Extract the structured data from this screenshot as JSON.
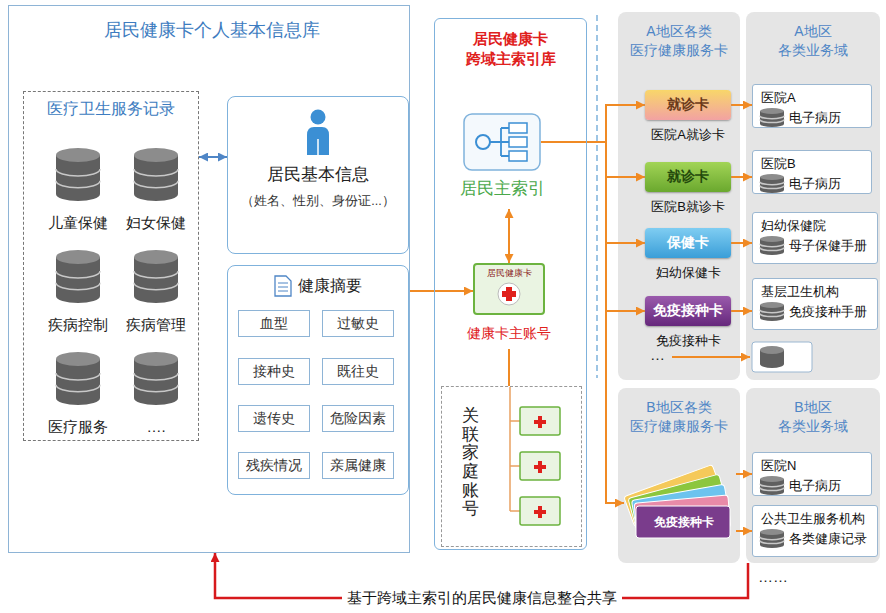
{
  "diagram": {
    "nodes": [
      {
        "text": [
          "居民健康卡个人基本信息库"
        ]
      },
      {
        "text": [
          "医疗卫生服务记录"
        ],
        "in": 0
      },
      {
        "text": [
          "儿童保健"
        ],
        "in": 1
      },
      {
        "text": [
          "妇女保健"
        ],
        "in": 1
      },
      {
        "text": [
          "疾病控制"
        ],
        "in": 1
      },
      {
        "text": [
          "疾病管理"
        ],
        "in": 1
      },
      {
        "text": [
          "医疗服务"
        ],
        "in": 1
      },
      {
        "text": [
          "…."
        ],
        "in": 1
      },
      {
        "text": [
          "居民基本信息",
          "（姓名、性别、身份证...）"
        ],
        "in": 0
      },
      {
        "text": [
          "健康摘要"
        ],
        "in": 0
      },
      {
        "text": [
          "血型"
        ],
        "in": 9
      },
      {
        "text": [
          "过敏史"
        ],
        "in": 9
      },
      {
        "text": [
          "接种史"
        ],
        "in": 9
      },
      {
        "text": [
          "既往史"
        ],
        "in": 9
      },
      {
        "text": [
          "遗传史"
        ],
        "in": 9
      },
      {
        "text": [
          "危险因素"
        ],
        "in": 9
      },
      {
        "text": [
          "残疾情况"
        ],
        "in": 9
      },
      {
        "text": [
          "亲属健康"
        ],
        "in": 9
      },
      {
        "text": [
          "居民健康卡 跨域主索引库"
        ]
      },
      {
        "text": [
          "居民主索引"
        ],
        "in": 18
      },
      {
        "text": [
          "居民健康卡",
          "健康卡主账号"
        ],
        "in": 18
      },
      {
        "text": [
          "关联家庭账号"
        ],
        "in": 18
      },
      {
        "text": [
          "A地区各类 医疗健康服务卡"
        ]
      },
      {
        "text": [
          "就诊卡",
          "医院A就诊卡"
        ],
        "in": 22
      },
      {
        "text": [
          "就诊卡",
          "医院B就诊卡"
        ],
        "in": 22
      },
      {
        "text": [
          "保健卡",
          "妇幼保健卡"
        ],
        "in": 22
      },
      {
        "text": [
          "免疫接种卡",
          "免疫接种卡"
        ],
        "in": 22
      },
      {
        "text": [
          "A地区 各类业务域"
        ]
      },
      {
        "text": [
          "医院A",
          "电子病历"
        ],
        "in": 27
      },
      {
        "text": [
          "医院B",
          "电子病历"
        ],
        "in": 27
      },
      {
        "text": [
          "妇幼保健院",
          "母子保健手册"
        ],
        "in": 27
      },
      {
        "text": [
          "基层卫生机构",
          "免疫接种手册"
        ],
        "in": 27
      },
      {
        "text": [
          "B地区各类 医疗健康服务卡"
        ]
      },
      {
        "text": [
          "免疫接种卡"
        ],
        "in": 32
      },
      {
        "text": [
          "B地区 各类业务域"
        ]
      },
      {
        "text": [
          "医院N",
          "电子病历"
        ],
        "in": 34
      },
      {
        "text": [
          "公共卫生服务机构",
          "各类健康记录"
        ],
        "in": 34
      }
    ],
    "edges": [
      {
        "from": 1,
        "to": 8,
        "arrow": "both"
      },
      {
        "from": 9,
        "to": 20,
        "arrow": "to"
      },
      {
        "from": 19,
        "to": 20,
        "arrow": "both"
      },
      {
        "from": 20,
        "to": 21,
        "arrow": "none"
      },
      {
        "from": 19,
        "to": 23,
        "arrow": "to"
      },
      {
        "from": 19,
        "to": 24,
        "arrow": "to"
      },
      {
        "from": 19,
        "to": 25,
        "arrow": "to"
      },
      {
        "from": 19,
        "to": 26,
        "arrow": "to"
      },
      {
        "from": 19,
        "to": 33,
        "arrow": "to"
      },
      {
        "from": 23,
        "to": 28,
        "arrow": "to"
      },
      {
        "from": 24,
        "to": 29,
        "arrow": "to"
      },
      {
        "from": 25,
        "to": 30,
        "arrow": "to"
      },
      {
        "from": 26,
        "to": 31,
        "arrow": "to"
      },
      {
        "from": 33,
        "to": 35,
        "arrow": "to"
      },
      {
        "from": 33,
        "to": 36,
        "arrow": "to"
      },
      {
        "from": 34,
        "to": 0,
        "label": "基于跨域主索引的居民健康信息整合共享",
        "arrow": "to"
      }
    ],
    "labels": [
      "…",
      "……"
    ]
  }
}
